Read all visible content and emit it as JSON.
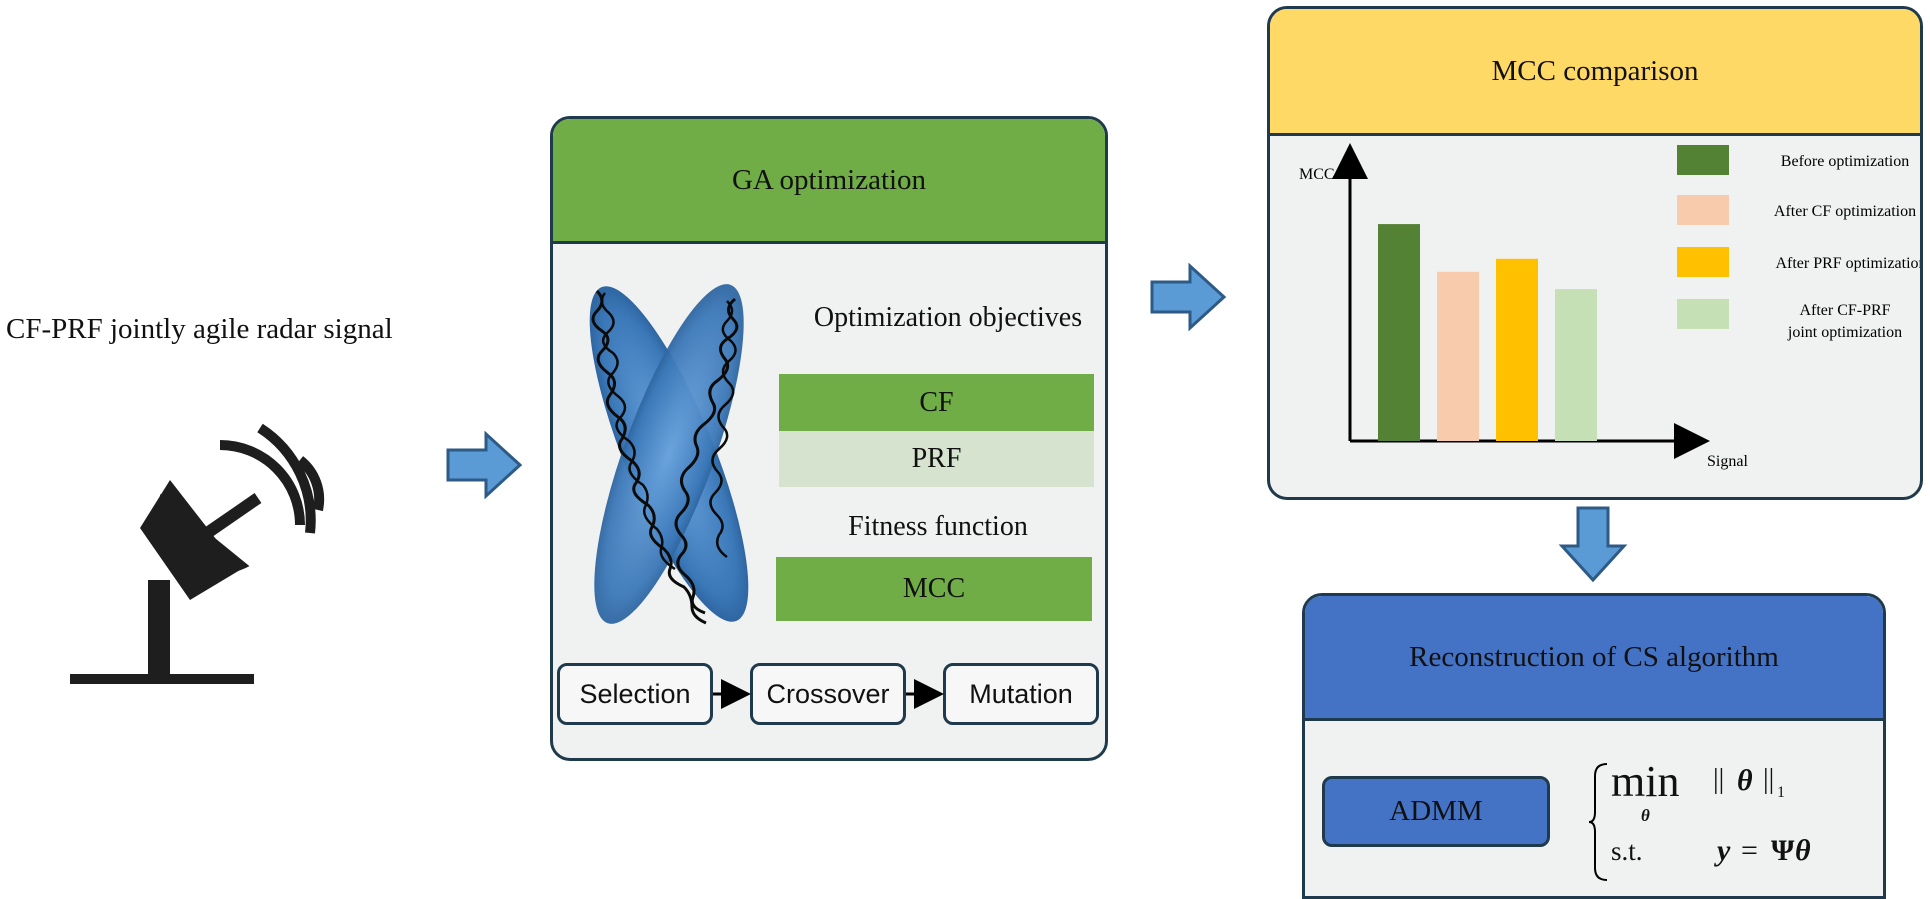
{
  "radar": {
    "label": "CF-PRF jointly agile radar signal",
    "icon": "radar-dish-icon"
  },
  "ga_panel": {
    "title": "GA optimization",
    "objectives_heading": "Optimization objectives",
    "objectives": [
      "CF",
      "PRF"
    ],
    "fitness_heading": "Fitness function",
    "fitness": "MCC",
    "steps": [
      "Selection",
      "Crossover",
      "Mutation"
    ],
    "icon": "chromosome-icon"
  },
  "mcc_panel": {
    "title": "MCC comparison"
  },
  "chart_data": {
    "type": "bar",
    "ylabel": "MCC",
    "xlabel": "Signal",
    "legend_position": "right",
    "categories": [
      "Before optimization",
      "After CF optimization",
      "After PRF optimization",
      "After CF-PRF joint optimization"
    ],
    "values": [
      0.5,
      0.39,
      0.42,
      0.35
    ],
    "colors": [
      "#548235",
      "#f8cbad",
      "#ffc000",
      "#c5e0b4"
    ],
    "legend": [
      "Before optimization",
      "After CF optimization",
      "After PRF optimization",
      "After CF-PRF\njoint optimization"
    ]
  },
  "cs_panel": {
    "title": "Reconstruction of CS algorithm",
    "method": "ADMM",
    "formula": {
      "min": "min",
      "min_sub": "θ",
      "objective_norm_arg": "θ",
      "objective_norm_sub": "1",
      "st": "s.t.",
      "constraint_lhs": "y",
      "constraint_eq": "=",
      "constraint_rhs_op": "Ψ",
      "constraint_rhs_var": "θ"
    }
  },
  "colors": {
    "green_header": "#70ad47",
    "light_green": "#d5e3cf",
    "yellow_header": "#ffd966",
    "blue_header": "#4472c4",
    "arrow_blue": "#5b9bd5",
    "panel_border": "#1f3a4d"
  }
}
